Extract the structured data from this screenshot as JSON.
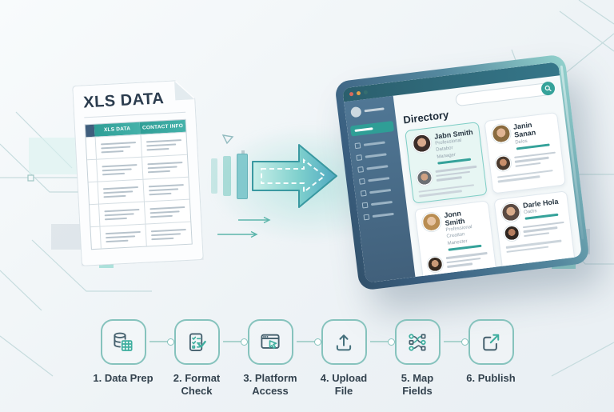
{
  "document": {
    "title": "XLS DATA",
    "table": {
      "col1_header": "XLS DATA",
      "col2_header": "CONTACT INFO",
      "row_count": 5
    }
  },
  "directory": {
    "heading": "Directory",
    "sidebar_item_count": 7,
    "cards": [
      {
        "name": "Jabn Smith",
        "role_line1": "Professional Databor",
        "role_line2": "Manager",
        "highlighted": true
      },
      {
        "name": "Janin Sanan",
        "role_line1": "Delos",
        "role_line2": "",
        "highlighted": false
      },
      {
        "name": "Jonn Smith",
        "role_line1": "Professional Creatton",
        "role_line2": "Manester",
        "highlighted": false
      },
      {
        "name": "Darle Hola",
        "role_line1": "Oadrs",
        "role_line2": "",
        "highlighted": false
      }
    ]
  },
  "steps": [
    {
      "label_line1": "1. Data Prep",
      "label_line2": "",
      "icon": "database-grid-icon"
    },
    {
      "label_line1": "2. Format",
      "label_line2": "Check",
      "icon": "checklist-icon"
    },
    {
      "label_line1": "3. Platform",
      "label_line2": "Access",
      "icon": "browser-cursor-icon"
    },
    {
      "label_line1": "4. Upload",
      "label_line2": "File",
      "icon": "upload-arrow-icon"
    },
    {
      "label_line1": "5. Map",
      "label_line2": "Fields",
      "icon": "field-mapping-icon"
    },
    {
      "label_line1": "6. Publish",
      "label_line2": "",
      "icon": "external-link-icon"
    }
  ],
  "colors": {
    "accent_teal": "#35a29a",
    "frame_blue": "#3c5e7a",
    "navy_text": "#2d3e50"
  }
}
